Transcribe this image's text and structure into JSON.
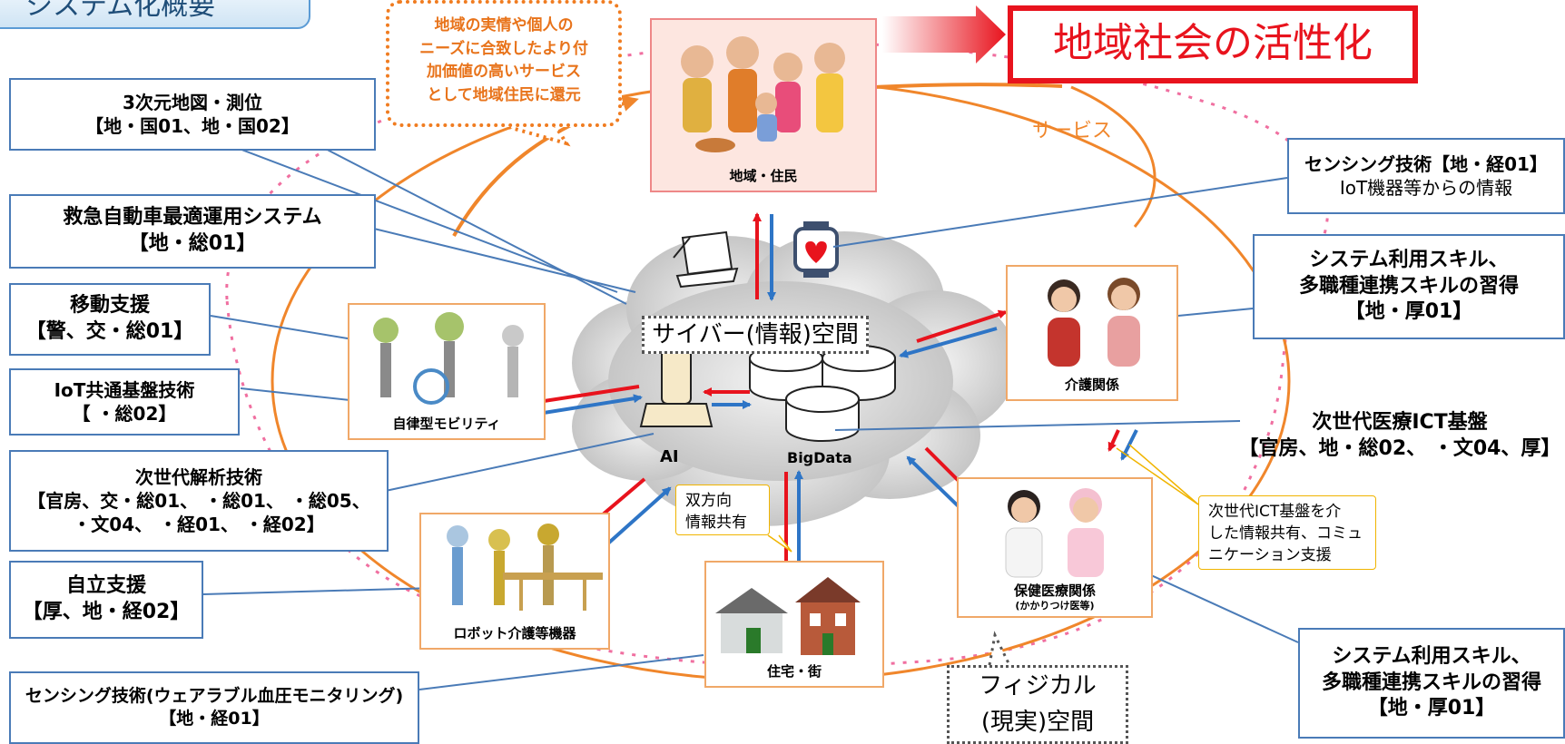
{
  "title": "システム化概要",
  "headline": "地域社会の活性化",
  "callout": [
    "地域の実情や個人の",
    "ニーズに合致したより付",
    "加価値の高いサービス",
    "として地域住民に還元"
  ],
  "service_label": "サービス",
  "cyber_space_label": "サイバー(情報)空間",
  "physical_space_label": [
    "フィジカル",
    "(現実)空間"
  ],
  "bidirectional_note": [
    "双方向",
    "情報共有"
  ],
  "ict_note": [
    "次世代ICT基盤を介",
    "した情報共有、コミュ",
    "ニケーション支援"
  ],
  "ai_label": "AI",
  "bigdata_label": "BigData",
  "photos": {
    "residents": "地域・住民",
    "mobility": "自律型モビリティ",
    "care": "介護関係",
    "medical": [
      "保健医療関係",
      "(かかりつけ医等)"
    ],
    "robot": "ロボット介護等機器",
    "housing": "住宅・街"
  },
  "left_boxes": {
    "map": [
      "3次元地図・測位",
      "【地・国01、地・国02】"
    ],
    "ambulance": [
      "救急自動車最適運用システム",
      "【地・総01】"
    ],
    "movement": [
      "移動支援",
      "【警、交・総01】"
    ],
    "iot": [
      "IoT共通基盤技術",
      "【 ・総02】"
    ],
    "analysis": [
      "次世代解析技術",
      "【官房、交・総01、 ・総01、 ・総05、",
      "・文04、 ・経01、 ・経02】"
    ],
    "independence": [
      "自立支援",
      "【厚、地・経02】"
    ],
    "wearable": [
      "センシング技術(ウェアラブル血圧モニタリング)",
      "【地・経01】"
    ]
  },
  "right_boxes": {
    "sensing": [
      "センシング技術【地・経01】",
      "IoT機器等からの情報"
    ],
    "skills_top": [
      "システム利用スキル、",
      "多職種連携スキルの習得",
      "【地・厚01】"
    ],
    "medical_ict": [
      "次世代医療ICT基盤",
      "【官房、地・総02、 ・文04、厚】"
    ],
    "skills_bottom": [
      "システム利用スキル、",
      "多職種連携スキルの習得",
      "【地・厚01】"
    ]
  },
  "colors": {
    "red_arrow": "#e8131d",
    "blue_arrow": "#2e75c6",
    "orange_ring": "#f0862b",
    "pink_dashed": "#f06fa0",
    "box_border": "#4a7bb7"
  }
}
